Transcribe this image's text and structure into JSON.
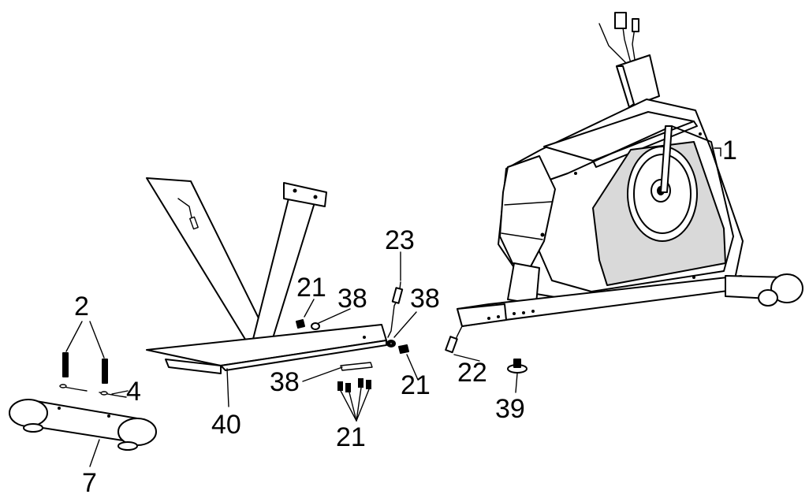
{
  "callouts": {
    "frame": "1",
    "bolt_top": "2",
    "washer_curved": "4",
    "rear_stabilizer": "7",
    "screw_left": "21",
    "screw_right": "21",
    "screw_group": "21",
    "sensor_wire_lower": "22",
    "sensor_wire_upper": "23",
    "washer_left": "38",
    "washer_right": "38",
    "washer_group": "38",
    "leveler": "39",
    "seat_frame": "40"
  },
  "colors": {
    "line": "#000000",
    "background": "#ffffff",
    "shade": "#d9d9d9"
  }
}
